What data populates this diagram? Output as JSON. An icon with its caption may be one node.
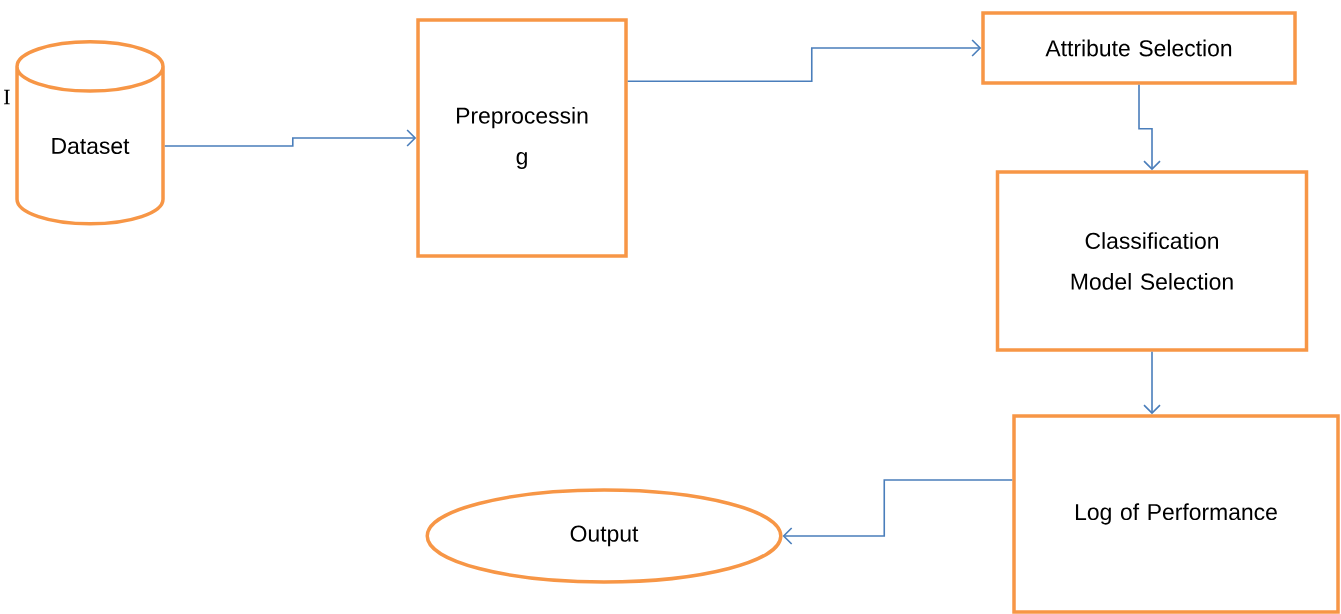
{
  "diagram": {
    "nodes": [
      {
        "text": [
          "Dataset"
        ]
      },
      {
        "text": [
          "Preprocessin g"
        ]
      },
      {
        "text": [
          "Attribute Selection"
        ]
      },
      {
        "text": [
          "Classification Model Selection"
        ]
      },
      {
        "text": [
          "Log of Performance"
        ]
      },
      {
        "text": [
          "Output"
        ]
      }
    ],
    "edges": [
      {
        "from": 0,
        "to": 1,
        "arrow": "to"
      },
      {
        "from": 1,
        "to": 2,
        "arrow": "to"
      },
      {
        "from": 2,
        "to": 3,
        "arrow": "to"
      },
      {
        "from": 3,
        "to": 4,
        "arrow": "to"
      },
      {
        "from": 4,
        "to": 5,
        "arrow": "to"
      }
    ],
    "labels": [
      "I"
    ]
  }
}
